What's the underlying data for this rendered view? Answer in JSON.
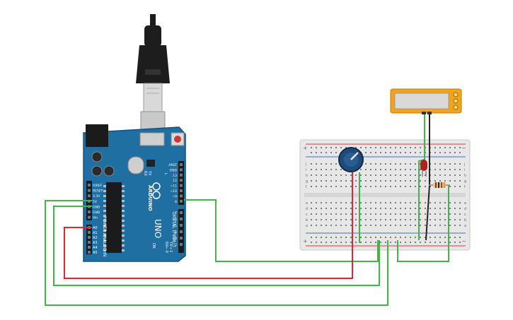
{
  "board": {
    "brand": "ARDUINO",
    "model": "UNO",
    "power_header_title": "POWER",
    "analog_header_title": "ANALOG IN",
    "digital_header_title": "DIGITAL (PWM~)",
    "tx_label": "TX→ 1",
    "rx_label": "RX← 0",
    "l_led_label": "L",
    "tx_led_label": "TX",
    "rx_led_label": "RX",
    "on_label": "ON",
    "power_pins": [
      "IOREF",
      "RESET",
      "3.3V",
      "5V",
      "GND",
      "GND",
      "Vin"
    ],
    "analog_pins": [
      "A0",
      "A1",
      "A2",
      "A3",
      "A4",
      "A5"
    ],
    "digital_top_pins": [
      "AREF",
      "GND",
      "13",
      "12",
      "~11",
      "~10",
      "~9",
      "8"
    ],
    "digital_bottom_pins": [
      "7",
      "~6",
      "~5",
      "4",
      "~3",
      "2"
    ]
  },
  "breadboard": {
    "left_letters_top": [
      "j",
      "i",
      "h",
      "g",
      "f"
    ],
    "left_letters_bottom": [
      "e",
      "d",
      "c",
      "b",
      "a"
    ],
    "right_letters_top": [
      "j",
      "i",
      "h",
      "g",
      "f"
    ],
    "right_letters_bottom": [
      "e",
      "d",
      "c",
      "b",
      "a"
    ],
    "rail_plus": "+",
    "rail_minus": "−"
  },
  "colors": {
    "board_blue": "#1f6fa3",
    "board_dark": "#1a5a86",
    "wire_green": "#3fb54a",
    "wire_red": "#d92b2b",
    "wire_black": "#222222",
    "meter_frame": "#f2a31b",
    "breadboard": "#e7e7e7",
    "rail_red": "#e03a3a",
    "rail_blue": "#3a6fd0"
  }
}
